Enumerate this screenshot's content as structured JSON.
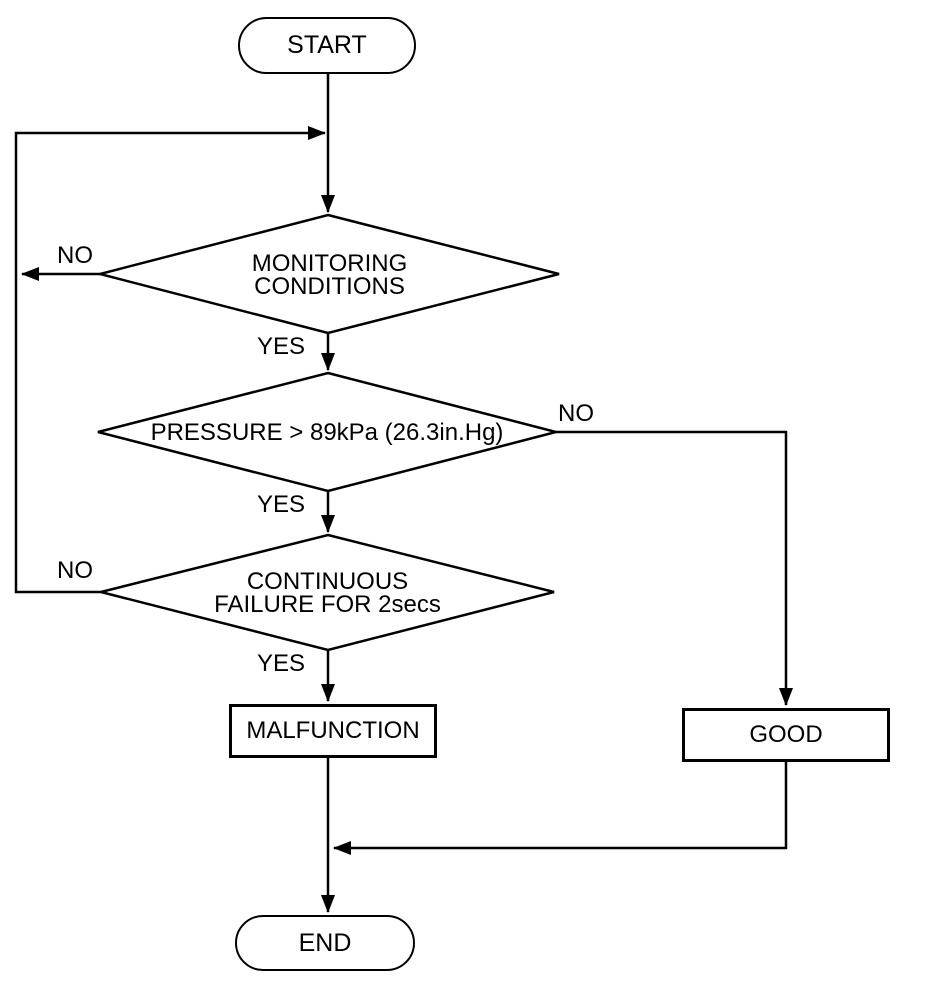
{
  "colors": {
    "line": "#000000",
    "background": "#ffffff",
    "text": "#000000"
  },
  "nodes": {
    "start": {
      "label": "START"
    },
    "monitoring": {
      "line1": "MONITORING",
      "line2": "CONDITIONS"
    },
    "pressure": {
      "label": "PRESSURE > 89kPa (26.3in.Hg)"
    },
    "continuous": {
      "line1": "CONTINUOUS",
      "line2": "FAILURE FOR 2secs"
    },
    "malfunction": {
      "label": "MALFUNCTION"
    },
    "good": {
      "label": "GOOD"
    },
    "end": {
      "label": "END"
    }
  },
  "edges": {
    "monitoring_no": "NO",
    "monitoring_yes": "YES",
    "pressure_no": "NO",
    "pressure_yes": "YES",
    "continuous_no": "NO",
    "continuous_yes": "YES"
  }
}
